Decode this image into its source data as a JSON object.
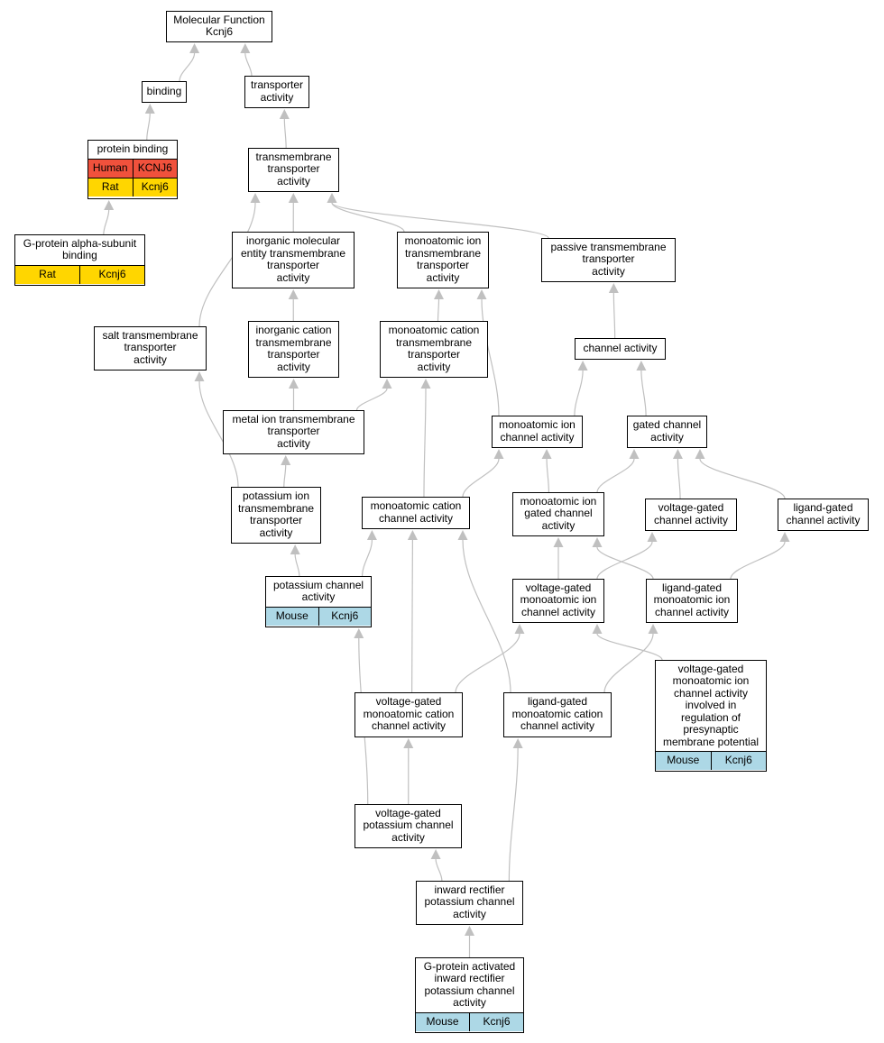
{
  "colors": {
    "edge": "#c0c0c0",
    "human": "#f0513c",
    "rat": "#ffd600",
    "mouse": "#add8e6"
  },
  "nodes": [
    {
      "id": "mf",
      "label": "Molecular Function\nKcnj6"
    },
    {
      "id": "binding",
      "label": "binding"
    },
    {
      "id": "transporter",
      "label": "transporter\nactivity"
    },
    {
      "id": "protein_binding",
      "label": "protein binding",
      "annotations": [
        {
          "species": "Human",
          "gene": "KCNJ6",
          "color": "human"
        },
        {
          "species": "Rat",
          "gene": "Kcnj6",
          "color": "rat"
        }
      ]
    },
    {
      "id": "tm_transporter",
      "label": "transmembrane\ntransporter\nactivity"
    },
    {
      "id": "gprot_alpha",
      "label": "G-protein alpha-subunit\nbinding",
      "annotations": [
        {
          "species": "Rat",
          "gene": "Kcnj6",
          "color": "rat"
        }
      ]
    },
    {
      "id": "inorg_mol",
      "label": "inorganic molecular\nentity transmembrane\ntransporter\nactivity"
    },
    {
      "id": "mono_ion_tm",
      "label": "monoatomic ion\ntransmembrane\ntransporter\nactivity"
    },
    {
      "id": "passive_tm",
      "label": "passive transmembrane\ntransporter\nactivity"
    },
    {
      "id": "salt_tm",
      "label": "salt transmembrane\ntransporter\nactivity"
    },
    {
      "id": "inorg_cation",
      "label": "inorganic cation\ntransmembrane\ntransporter\nactivity"
    },
    {
      "id": "mono_cation_tm",
      "label": "monoatomic cation\ntransmembrane\ntransporter\nactivity"
    },
    {
      "id": "channel",
      "label": "channel activity"
    },
    {
      "id": "metal_ion",
      "label": "metal ion transmembrane\ntransporter\nactivity"
    },
    {
      "id": "mono_ion_channel",
      "label": "monoatomic ion\nchannel activity"
    },
    {
      "id": "gated_channel",
      "label": "gated channel\nactivity"
    },
    {
      "id": "k_ion_tm",
      "label": "potassium ion\ntransmembrane\ntransporter\nactivity"
    },
    {
      "id": "mono_cation_channel",
      "label": "monoatomic cation\nchannel activity"
    },
    {
      "id": "mono_ion_gated",
      "label": "monoatomic ion\ngated channel\nactivity"
    },
    {
      "id": "vg_channel",
      "label": "voltage-gated\nchannel activity"
    },
    {
      "id": "lg_channel",
      "label": "ligand-gated\nchannel activity"
    },
    {
      "id": "k_channel",
      "label": "potassium channel\nactivity",
      "annotations": [
        {
          "species": "Mouse",
          "gene": "Kcnj6",
          "color": "mouse"
        }
      ]
    },
    {
      "id": "vg_mono_ion",
      "label": "voltage-gated\nmonoatomic ion\nchannel activity"
    },
    {
      "id": "lg_mono_ion",
      "label": "ligand-gated\nmonoatomic ion\nchannel activity"
    },
    {
      "id": "vg_presyn",
      "label": "voltage-gated\nmonoatomic ion\nchannel activity\ninvolved in\nregulation of\npresynaptic\nmembrane potential",
      "annotations": [
        {
          "species": "Mouse",
          "gene": "Kcnj6",
          "color": "mouse"
        }
      ]
    },
    {
      "id": "vg_mono_cation",
      "label": "voltage-gated\nmonoatomic cation\nchannel activity"
    },
    {
      "id": "lg_mono_cation",
      "label": "ligand-gated\nmonoatomic cation\nchannel activity"
    },
    {
      "id": "vg_k_channel",
      "label": "voltage-gated\npotassium channel\nactivity"
    },
    {
      "id": "inward_rect",
      "label": "inward rectifier\npotassium channel\nactivity"
    },
    {
      "id": "gprot_inward",
      "label": "G-protein activated\ninward rectifier\npotassium channel\nactivity",
      "annotations": [
        {
          "species": "Mouse",
          "gene": "Kcnj6",
          "color": "mouse"
        }
      ]
    }
  ],
  "edges": [
    [
      "binding",
      "mf"
    ],
    [
      "transporter",
      "mf"
    ],
    [
      "protein_binding",
      "binding"
    ],
    [
      "tm_transporter",
      "transporter"
    ],
    [
      "gprot_alpha",
      "protein_binding"
    ],
    [
      "inorg_mol",
      "tm_transporter"
    ],
    [
      "mono_ion_tm",
      "tm_transporter"
    ],
    [
      "passive_tm",
      "tm_transporter"
    ],
    [
      "salt_tm",
      "tm_transporter"
    ],
    [
      "inorg_cation",
      "inorg_mol"
    ],
    [
      "mono_cation_tm",
      "mono_ion_tm"
    ],
    [
      "channel",
      "passive_tm"
    ],
    [
      "metal_ion",
      "inorg_cation"
    ],
    [
      "metal_ion",
      "mono_cation_tm"
    ],
    [
      "mono_ion_channel",
      "channel"
    ],
    [
      "mono_ion_channel",
      "mono_ion_tm"
    ],
    [
      "gated_channel",
      "channel"
    ],
    [
      "k_ion_tm",
      "metal_ion"
    ],
    [
      "k_ion_tm",
      "salt_tm"
    ],
    [
      "mono_cation_channel",
      "mono_cation_tm"
    ],
    [
      "mono_cation_channel",
      "mono_ion_channel"
    ],
    [
      "mono_ion_gated",
      "mono_ion_channel"
    ],
    [
      "mono_ion_gated",
      "gated_channel"
    ],
    [
      "vg_channel",
      "gated_channel"
    ],
    [
      "lg_channel",
      "gated_channel"
    ],
    [
      "k_channel",
      "k_ion_tm"
    ],
    [
      "k_channel",
      "mono_cation_channel"
    ],
    [
      "vg_mono_ion",
      "mono_ion_gated"
    ],
    [
      "vg_mono_ion",
      "vg_channel"
    ],
    [
      "lg_mono_ion",
      "mono_ion_gated"
    ],
    [
      "lg_mono_ion",
      "lg_channel"
    ],
    [
      "vg_presyn",
      "vg_mono_ion"
    ],
    [
      "vg_mono_cation",
      "mono_cation_channel"
    ],
    [
      "vg_mono_cation",
      "vg_mono_ion"
    ],
    [
      "lg_mono_cation",
      "mono_cation_channel"
    ],
    [
      "lg_mono_cation",
      "lg_mono_ion"
    ],
    [
      "vg_k_channel",
      "vg_mono_cation"
    ],
    [
      "vg_k_channel",
      "k_channel"
    ],
    [
      "inward_rect",
      "vg_k_channel"
    ],
    [
      "inward_rect",
      "lg_mono_cation"
    ],
    [
      "gprot_inward",
      "inward_rect"
    ]
  ]
}
